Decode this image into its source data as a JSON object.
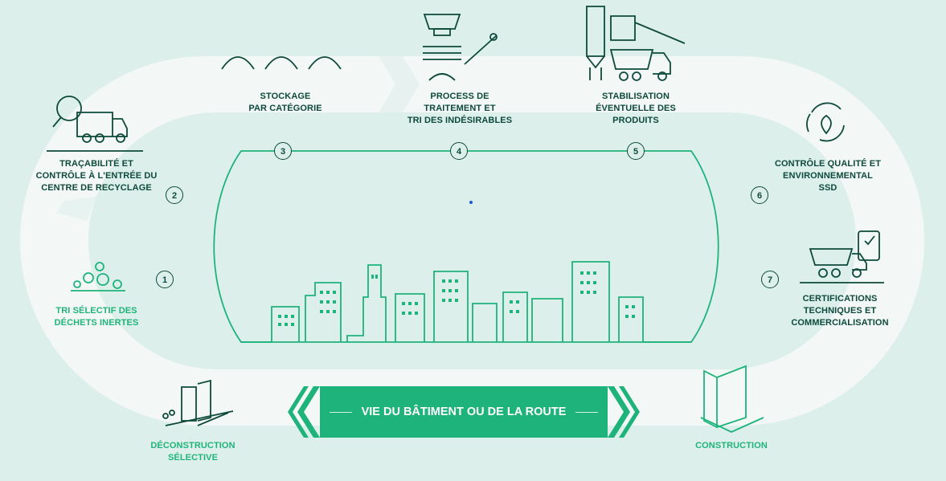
{
  "steps": {
    "s1": "TRAÇABILITÉ ET\nCONTRÔLE À L'ENTRÉE DU\nCENTRE DE RECYCLAGE",
    "s2": "STOCKAGE\nPAR CATÉGORIE",
    "s3": "PROCESS DE\nTRAITEMENT ET\nTRI DES INDÉSIRABLES",
    "s4": "STABILISATION\nÉVENTUELLE DES\nPRODUITS",
    "s5": "CONTRÔLE QUALITÉ ET\nENVIRONNEMENTAL\nSSD",
    "s6": "CERTIFICATIONS\nTECHNIQUES ET\nCOMMERCIALISATION"
  },
  "outer": {
    "tri": "TRI SÉLECTIF DES\nDÉCHETS INERTES",
    "deconstruction": "DÉCONSTRUCTION\nSÉLECTIVE",
    "construction": "CONSTRUCTION"
  },
  "numbers": [
    "1",
    "2",
    "3",
    "4",
    "5",
    "6",
    "7"
  ],
  "banner": "VIE DU BÂTIMENT OU DE LA ROUTE",
  "colors": {
    "dark": "#0d4a3a",
    "accent": "#1eb37a",
    "background": "#dcefeb",
    "ring": "#f3f7f6"
  },
  "icons": [
    "truck-inspection-icon",
    "sand-piles-icon",
    "conveyor-sieve-icon",
    "silo-truck-icon",
    "recycle-leaf-icon",
    "certified-truck-icon",
    "rubble-icon",
    "demolition-icon",
    "building-icon",
    "city-skyline-icon"
  ]
}
